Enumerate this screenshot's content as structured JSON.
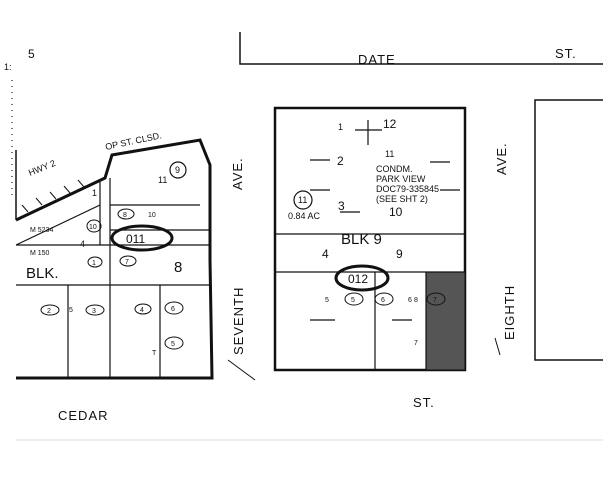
{
  "streets": {
    "date": "DATE",
    "date_suffix": "ST.",
    "seventh": "SEVENTH",
    "seventh_ave": "AVE.",
    "eighth": "EIGHTH",
    "eighth_ave": "AVE.",
    "cedar": "CEDAR",
    "cedar_st": "ST.",
    "hwy": "HWY 2",
    "op_st_clsd": "OP ST. CLSD."
  },
  "left_block": {
    "blk_label": "BLK.",
    "blk_number": "8",
    "parcel_map": "011",
    "m_5234": "M 5234",
    "m_150": "M 150",
    "num_1": "1",
    "num_4": "4",
    "num_10_circle": "10",
    "num_8_circle": "8",
    "num_10": "10",
    "num_11": "11",
    "num_9_circle": "9",
    "num_1_circle": "1",
    "num_7_circle": "7",
    "num_2_circle": "2",
    "num_3_circle": "3",
    "num_4_circle": "4",
    "num_6_circle": "6",
    "num_5_circle": "5",
    "num_5": "5",
    "num_t": "T"
  },
  "right_block": {
    "blk_label": "BLK 9",
    "parcel_map": "012",
    "num_1": "1",
    "num_12": "12",
    "num_2": "2",
    "num_11": "11",
    "num_3": "3",
    "num_10": "10",
    "num_4": "4",
    "num_9": "9",
    "num_11_circle": "11",
    "acreage": "0.84 AC",
    "condo_1": "CONDM.",
    "condo_2": "PARK VIEW",
    "condo_3": "DOC79-335845",
    "condo_4": "(SEE SHT 2)",
    "num_5_circle": "5",
    "num_6_circle": "6",
    "num_7_circle": "7",
    "num_5": "5",
    "num_6": "6",
    "num_8": "8",
    "num_7": "7"
  },
  "corner": {
    "five": "5",
    "colon": "1:"
  },
  "colors": {
    "ink": "#111111",
    "shaded_parcel": "#555555",
    "background": "#ffffff"
  }
}
